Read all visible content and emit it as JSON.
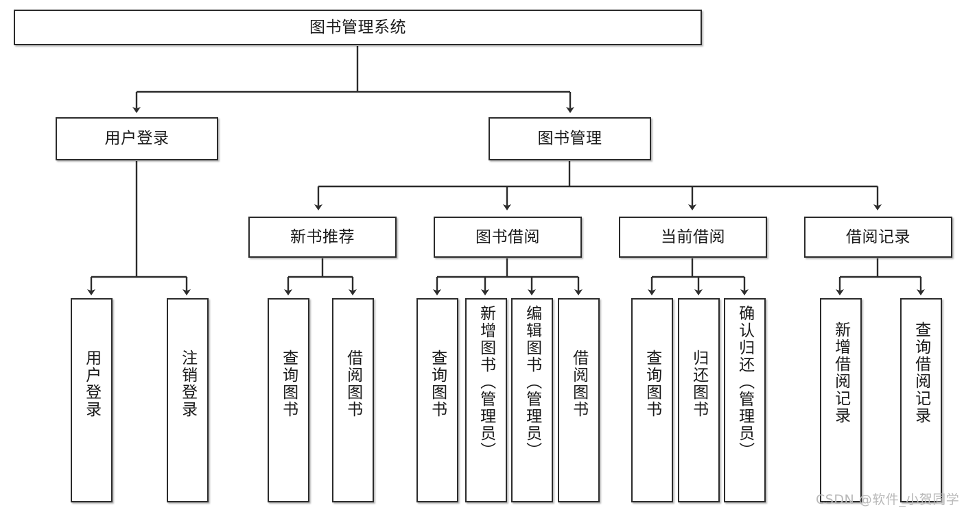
{
  "diagram": {
    "title": "图书管理系统",
    "type": "tree-hierarchy",
    "levels": {
      "root": {
        "label": "图书管理系统"
      },
      "level2": [
        {
          "id": "user-login",
          "label": "用户登录"
        },
        {
          "id": "book-management",
          "label": "图书管理"
        }
      ],
      "level3": [
        {
          "id": "new-book-recommend",
          "label": "新书推荐"
        },
        {
          "id": "book-borrow",
          "label": "图书借阅"
        },
        {
          "id": "current-borrow",
          "label": "当前借阅"
        },
        {
          "id": "borrow-record",
          "label": "借阅记录"
        }
      ],
      "leaves": [
        {
          "id": "leaf-user-login",
          "label": "用户登录",
          "parent": "user-login"
        },
        {
          "id": "leaf-logout-login",
          "label": "注销登录",
          "parent": "user-login"
        },
        {
          "id": "leaf-query-book-1",
          "label": "查询图书",
          "parent": "new-book-recommend"
        },
        {
          "id": "leaf-borrow-book-1",
          "label": "借阅图书",
          "parent": "new-book-recommend"
        },
        {
          "id": "leaf-query-book-2",
          "label": "查询图书",
          "parent": "book-borrow"
        },
        {
          "id": "leaf-add-book",
          "label": "新增图书（管理员）",
          "parent": "book-borrow"
        },
        {
          "id": "leaf-edit-book",
          "label": "编辑图书（管理员）",
          "parent": "book-borrow"
        },
        {
          "id": "leaf-borrow-book-2",
          "label": "借阅图书",
          "parent": "book-borrow"
        },
        {
          "id": "leaf-query-book-3",
          "label": "查询图书",
          "parent": "current-borrow"
        },
        {
          "id": "leaf-return-book",
          "label": "归还图书",
          "parent": "current-borrow"
        },
        {
          "id": "leaf-confirm-return",
          "label": "确认归还（管理员）",
          "parent": "current-borrow"
        },
        {
          "id": "leaf-add-record",
          "label": "新增借阅记录",
          "parent": "borrow-record"
        },
        {
          "id": "leaf-query-record",
          "label": "查询借阅记录",
          "parent": "borrow-record"
        }
      ]
    },
    "watermark": "CSDN @软件_小贺同学",
    "colors": {
      "border": "#2b2b2b",
      "background": "#ffffff",
      "text": "#1a1a1a",
      "watermark": "#b9b9b9"
    }
  }
}
